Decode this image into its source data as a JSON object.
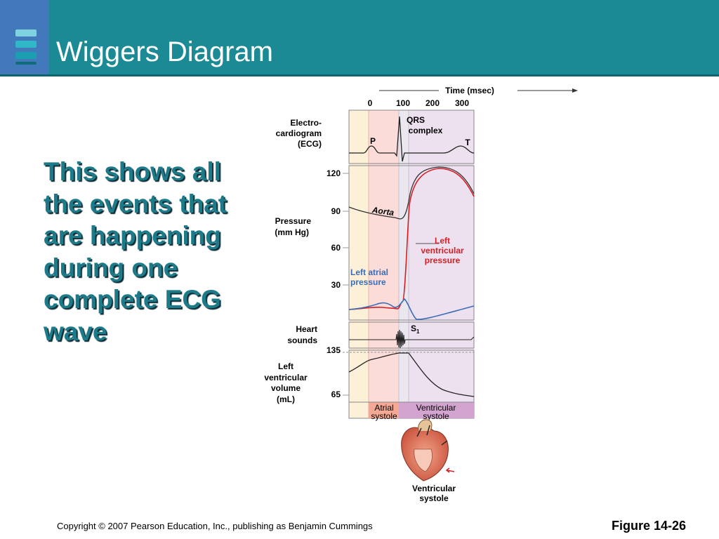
{
  "slide": {
    "title": "Wiggers Diagram",
    "bullet_text": "This shows all the events that are happening during one complete ECG wave",
    "copyright": "Copyright © 2007 Pearson Education, Inc., publishing as Benjamin Cummings",
    "figure_label": "Figure 14-26"
  },
  "diagram": {
    "time_axis_label": "Time (msec)",
    "time_ticks": [
      "0",
      "100",
      "200",
      "300"
    ],
    "ecg_label_lines": [
      "Electro-",
      "cardiogram",
      "(ECG)"
    ],
    "qrs_label_lines": [
      "QRS",
      "complex"
    ],
    "p_label": "P",
    "t_label": "T",
    "pressure_label_lines": [
      "Pressure",
      "(mm Hg)"
    ],
    "pressure_ticks": [
      "120",
      "90",
      "60",
      "30"
    ],
    "aorta_label": "Aorta",
    "lv_pressure_label_lines": [
      "Left",
      "ventricular",
      "pressure"
    ],
    "la_pressure_label_lines": [
      "Left atrial",
      "pressure"
    ],
    "heart_sounds_label_lines": [
      "Heart",
      "sounds"
    ],
    "s1_label": "S",
    "s1_subscript": "1",
    "volume_label_lines": [
      "Left",
      "ventricular",
      "volume",
      "(mL)"
    ],
    "volume_ticks": [
      "135",
      "65"
    ],
    "phase_atrial_lines": [
      "Atrial",
      "systole"
    ],
    "phase_ventricular_lines": [
      "Ventricular",
      "systole"
    ],
    "heart_caption_lines": [
      "Ventricular",
      "systole"
    ]
  },
  "colors": {
    "header": "#1b8a95",
    "logo": "#4279ba",
    "bullet_text": "#1d7a88",
    "atrial_shade": "#fcdcd8",
    "diastole_shade": "#fdf0d8",
    "ventricular_shade": "#ede0ef",
    "lv_pressure": "#d81f26",
    "la_pressure": "#3a6db5"
  }
}
